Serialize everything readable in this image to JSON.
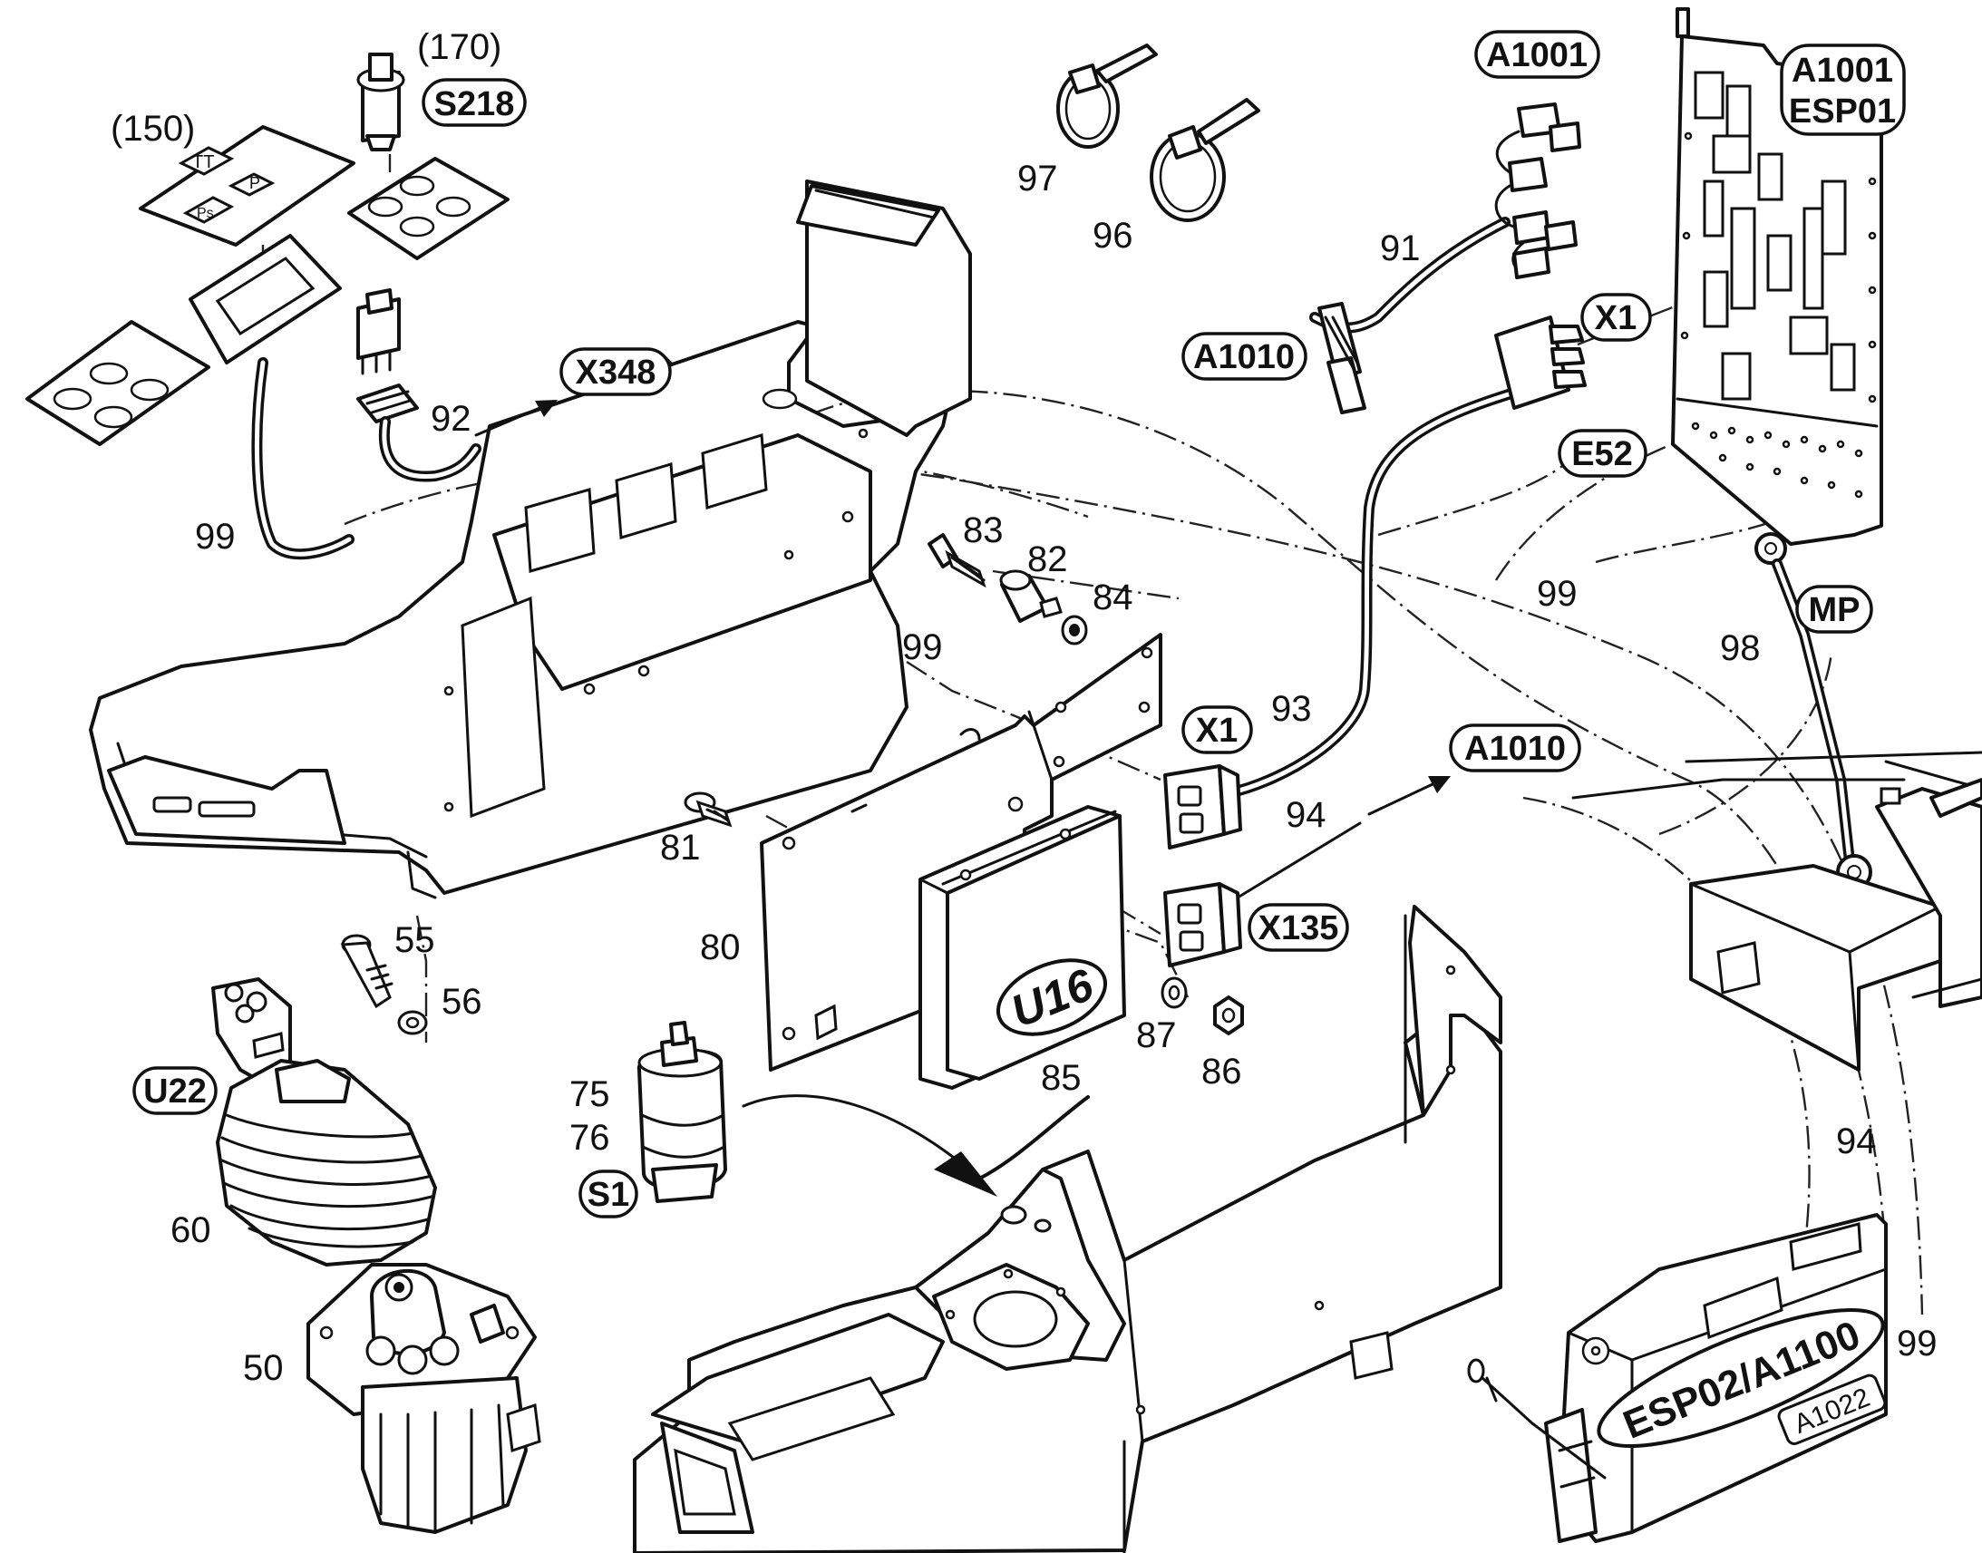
{
  "labels": {
    "l150": "(150)",
    "l170": "(170)",
    "l99a": "99",
    "l92": "92",
    "l97": "97",
    "l96": "96",
    "l91": "91",
    "l83": "83",
    "l82": "82",
    "l84": "84",
    "l99b": "99",
    "l99c": "99",
    "l98": "98",
    "l93": "93",
    "l94a": "94",
    "l81": "81",
    "l80": "80",
    "l87": "87",
    "l86": "86",
    "l85": "85",
    "l55": "55",
    "l56": "56",
    "l60": "60",
    "l50": "50",
    "l75": "75",
    "l76": "76",
    "l94b": "94",
    "l99d": "99"
  },
  "tags": {
    "s218": "S218",
    "x348": "X348",
    "a1001_top": "A1001",
    "a1001_esp01_line1": "A1001",
    "a1001_esp01_line2": "ESP01",
    "x1_board": "X1",
    "a1010_left": "A1010",
    "e52": "E52",
    "mp": "MP",
    "x1_plug": "X1",
    "a1010_arrow": "A1010",
    "x135": "X135",
    "u16": "U16",
    "u22": "U22",
    "s1": "S1",
    "esp02": "ESP02/A1100",
    "a1022": "A1022"
  },
  "legend_decal": {
    "symbol_1": "TT",
    "symbol_2": "P",
    "symbol_3": "Ps"
  }
}
